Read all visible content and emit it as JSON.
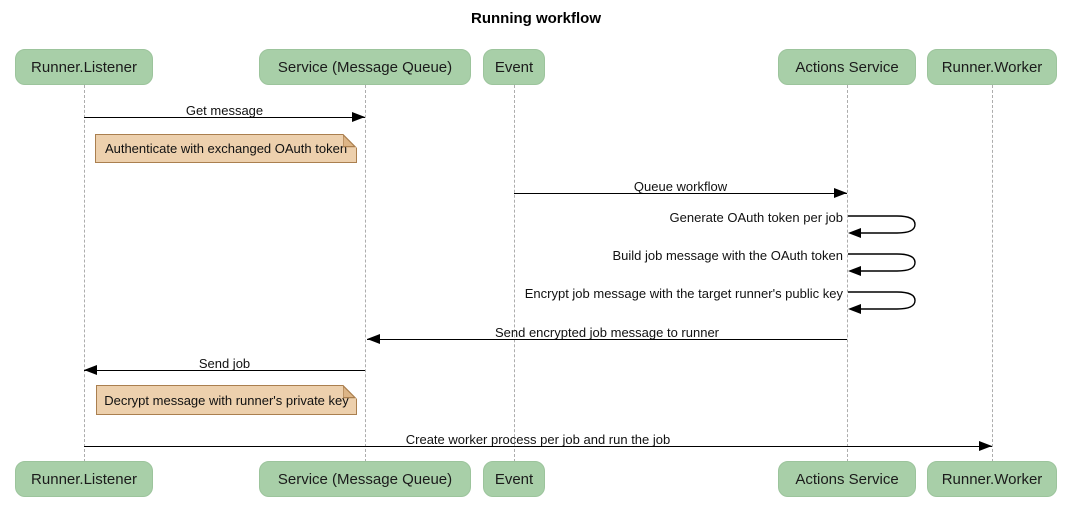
{
  "title": "Running workflow",
  "participants": [
    {
      "name": "Runner.Listener"
    },
    {
      "name": "Service (Message Queue)"
    },
    {
      "name": "Event"
    },
    {
      "name": "Actions Service"
    },
    {
      "name": "Runner.Worker"
    }
  ],
  "messages": [
    {
      "label": "Get message",
      "from": "Runner.Listener",
      "to": "Service (Message Queue)"
    },
    {
      "label": "Queue workflow",
      "from": "Event",
      "to": "Actions Service"
    },
    {
      "label": "Generate OAuth token per job",
      "from": "Actions Service",
      "to": "Actions Service"
    },
    {
      "label": "Build job message with the OAuth token",
      "from": "Actions Service",
      "to": "Actions Service"
    },
    {
      "label": "Encrypt job message with the target runner's public key",
      "from": "Actions Service",
      "to": "Actions Service"
    },
    {
      "label": "Send encrypted job message to runner",
      "from": "Actions Service",
      "to": "Service (Message Queue)"
    },
    {
      "label": "Send job",
      "from": "Service (Message Queue)",
      "to": "Runner.Listener"
    },
    {
      "label": "Create worker process per job and run the job",
      "from": "Runner.Listener",
      "to": "Runner.Worker"
    }
  ],
  "notes": [
    {
      "text": "Authenticate with exchanged OAuth token"
    },
    {
      "text": "Decrypt message with runner's private key"
    }
  ],
  "colors": {
    "actor_fill": "#a8cfa8",
    "actor_text": "#1b1b1b",
    "note_fill": "#edd0ad",
    "note_border": "#aa7f4f",
    "message_line": "#000000",
    "lifeline": "#adadad",
    "background": "#ffffff"
  }
}
